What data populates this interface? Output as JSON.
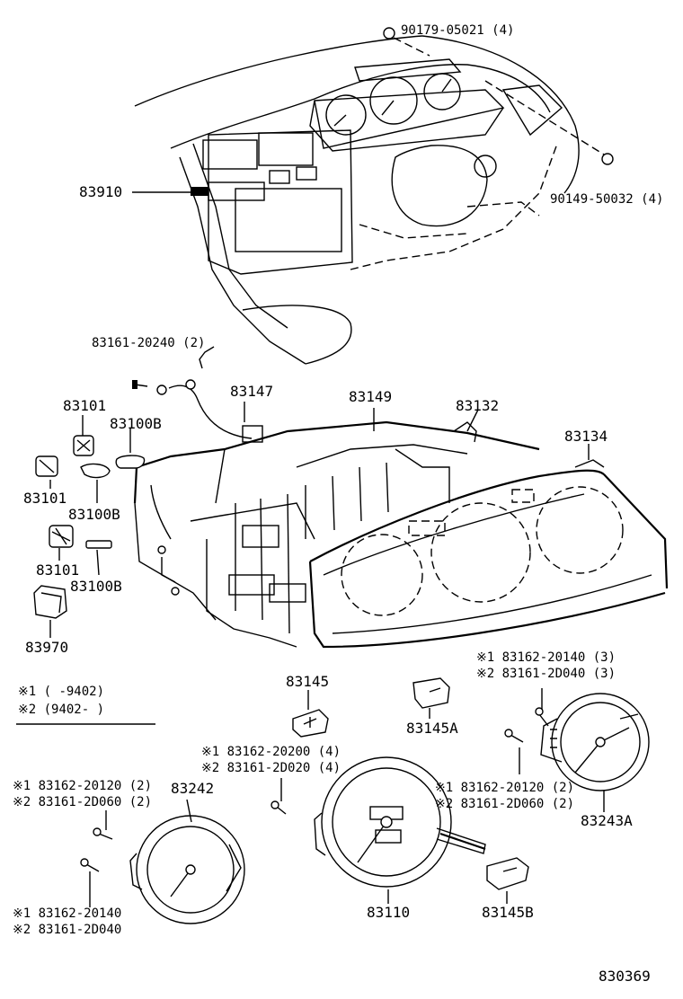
{
  "labels": {
    "p90179": "90179-05021 (4)",
    "p90149": "90149-50032 (4)",
    "p83910": "83910",
    "p83161_20240": "83161-20240 (2)",
    "p83147": "83147",
    "p83149": "83149",
    "p83132": "83132",
    "p83134": "83134",
    "p83101_a": "83101",
    "p83100B_a": "83100B",
    "p83101_b": "83101",
    "p83100B_b": "83100B",
    "p83101_c": "83101",
    "p83100B_c": "83100B",
    "p83970": "83970",
    "p83145": "83145",
    "p83145A": "83145A",
    "p83243A": "83243A",
    "p83242": "83242",
    "p83110": "83110",
    "p83145B": "83145B",
    "s1_83162_20140_3": "※1 83162-20140 (3)",
    "s2_83161_2D040_3": "※2 83161-2D040 (3)",
    "s1_83162_20200_4": "※1 83162-20200 (4)",
    "s2_83161_2D020_4": "※2 83161-2D020 (4)",
    "s1_83162_20120_2_left": "※1 83162-20120 (2)",
    "s2_83161_2D060_2_left": "※2 83161-2D060 (2)",
    "s1_83162_20120_2_right": "※1 83162-20120 (2)",
    "s2_83161_2D060_2_right": "※2 83161-2D060 (2)",
    "s1_83162_20140": "※1 83162-20140",
    "s2_83161_2D040": "※2 83161-2D040",
    "diagram_code": "830369"
  },
  "legend": {
    "row1": "※1  (      -9402)",
    "row2": "※2  (9402-      )"
  }
}
